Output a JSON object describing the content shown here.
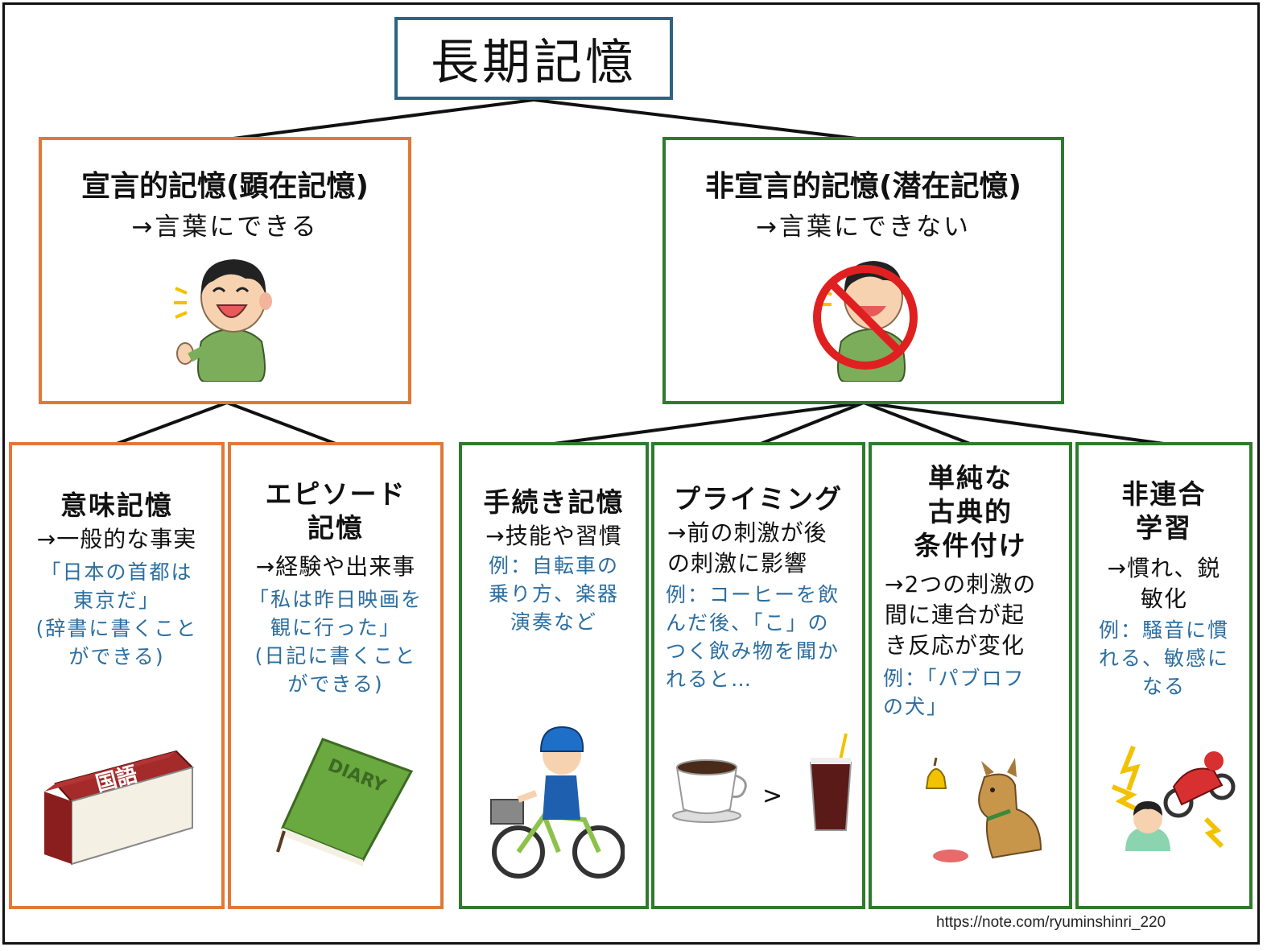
{
  "root": {
    "title": "長期記憶"
  },
  "declarative": {
    "title": "宣言的記憶(顕在記憶)",
    "subtitle": "→言葉にできる",
    "children": {
      "semantic": {
        "title": "意味記憶",
        "desc": "→一般的な事実",
        "example": [
          "「日本の首都は",
          "東京だ」",
          "(辞書に書くこと",
          "ができる)"
        ],
        "book_label": "国語"
      },
      "episodic": {
        "title": [
          "エピソード",
          "記憶"
        ],
        "desc": "→経験や出来事",
        "example": [
          "「私は昨日映画を",
          "観に行った」",
          "(日記に書くこと",
          "ができる)"
        ],
        "diary_label": "DIARY"
      }
    }
  },
  "nondeclarative": {
    "title": "非宣言的記憶(潜在記憶)",
    "subtitle": "→言葉にできない",
    "children": {
      "procedural": {
        "title": "手続き記憶",
        "desc": "→技能や習慣",
        "example": [
          "例：自転車の",
          "乗り方、楽器",
          "演奏など"
        ]
      },
      "priming": {
        "title": "プライミング",
        "desc": [
          "→前の刺激が後",
          "の刺激に影響"
        ],
        "example": [
          "例：コーヒーを飲",
          "んだ後、「こ」の",
          "つく飲み物を聞か",
          "れると…"
        ],
        "compare": ">"
      },
      "conditioning": {
        "title": [
          "単純な",
          "古典的",
          "条件付け"
        ],
        "desc": [
          "→2つの刺激の",
          "間に連合が起",
          "き反応が変化"
        ],
        "example": [
          "例：「パブロフ",
          "の犬」"
        ]
      },
      "nonassociative": {
        "title": [
          "非連合",
          "学習"
        ],
        "desc": [
          "→慣れ、鋭",
          "敏化"
        ],
        "example": [
          "例：騒音に慣",
          "れる、敏感に",
          "なる"
        ]
      }
    }
  },
  "source": "https://note.com/ryuminshinri_220",
  "colors": {
    "orange": "#e07838",
    "green": "#2f7a2f",
    "blue": "#2c6484",
    "example_text": "#2c6ea0"
  }
}
